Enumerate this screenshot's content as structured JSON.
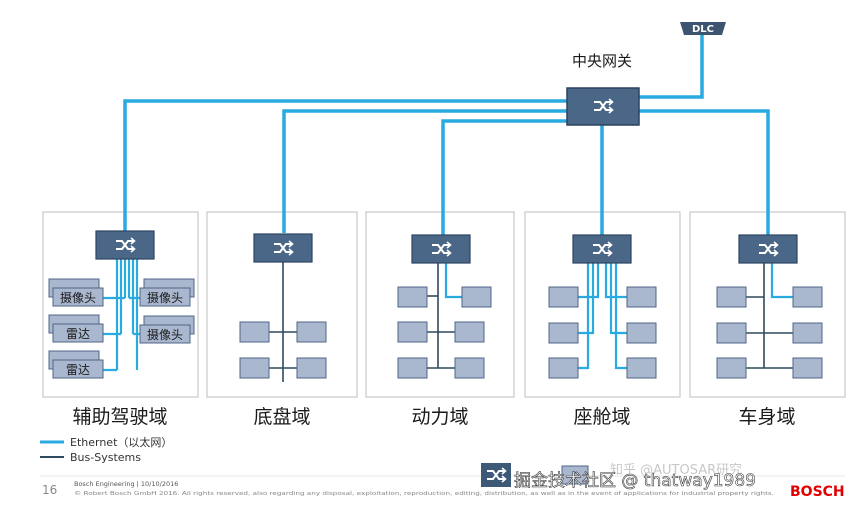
{
  "dlc": {
    "label": "DLC"
  },
  "gateway": {
    "label": "中央网关"
  },
  "domains": [
    {
      "label": "辅助驾驶域",
      "ecus": [
        "摄像头",
        "摄像头",
        "摄像头",
        "雷达",
        "雷达"
      ]
    },
    {
      "label": "底盘域"
    },
    {
      "label": "动力域"
    },
    {
      "label": "座舱域"
    },
    {
      "label": "车身域"
    }
  ],
  "legend": [
    {
      "label": "Ethernet（以太网）",
      "color": "#29abe2"
    },
    {
      "label": "Bus-Systems",
      "color": "#2e4a5e"
    }
  ],
  "footer": {
    "page": "16",
    "line1": "Bosch Engineering | 10/10/2016",
    "line2": "© Robert Bosch GmbH 2016. All rights reserved, also regarding any disposal, exploitation, reproduction, editing, distribution, as well as in the event of applications for industrial property rights.",
    "watermark": "掘金技术社区 @ thatway1989",
    "watermark_behind": "知乎 @AUTOSAR研究",
    "brand": "BOSCH"
  },
  "colors": {
    "ethernet": "#29abe2",
    "bus": "#2e4a5e",
    "switch": "#4a6788",
    "ecu_fill": "#a9b7cf",
    "ecu_stroke": "#4f6584",
    "box_stroke": "#c8c8c8",
    "dlc": "#3d5470"
  }
}
